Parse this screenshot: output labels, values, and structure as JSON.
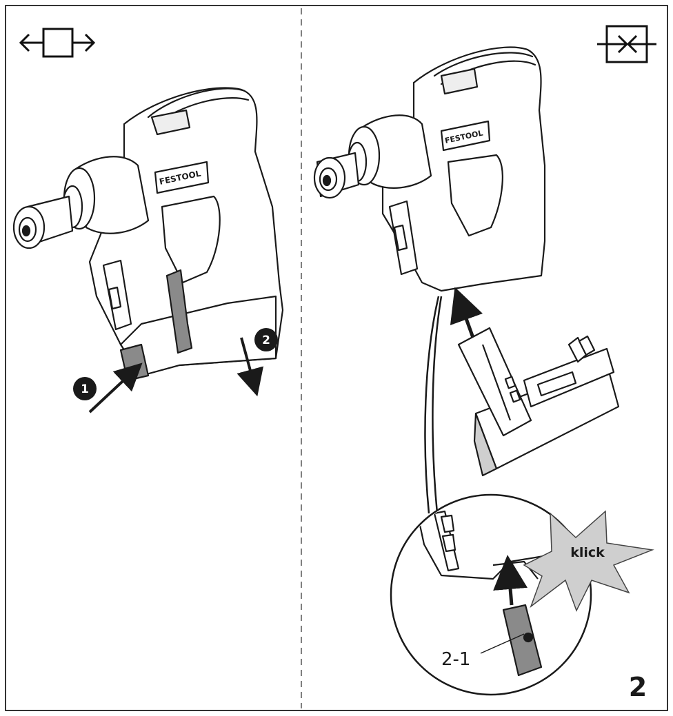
{
  "figure": {
    "number": "2",
    "callouts": {
      "step1": "1",
      "step2": "2",
      "part_label": "2-1",
      "sound_word": "klick"
    },
    "brand_marking": "FESTOOL",
    "icons": {
      "left_panel": "expand-arrows-icon",
      "right_panel": "contract-arrows-icon"
    },
    "colors": {
      "line": "#1a1a1a",
      "grey_part": "#8a8a8a",
      "light_grey": "#cfcfcf",
      "background": "#ffffff"
    }
  }
}
